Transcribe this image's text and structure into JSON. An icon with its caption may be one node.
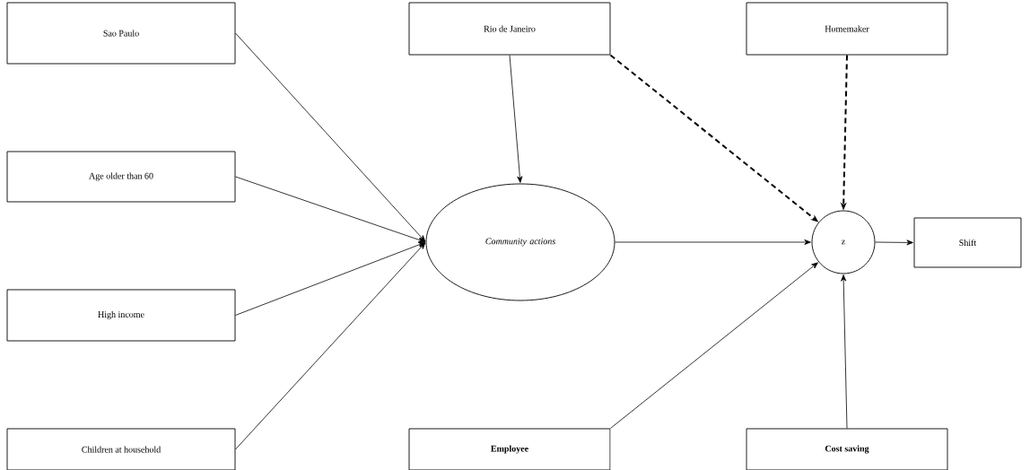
{
  "diagram": {
    "nodes": [
      {
        "text": [
          "Sao Paulo"
        ]
      },
      {
        "text": [
          "Age older than 60"
        ]
      },
      {
        "text": [
          "High income"
        ]
      },
      {
        "text": [
          "Children at household"
        ]
      },
      {
        "text": [
          "Rio de Janeiro"
        ]
      },
      {
        "text": [
          "Homemaker"
        ]
      },
      {
        "text": [
          "Community actions"
        ]
      },
      {
        "text": [
          "z"
        ]
      },
      {
        "text": [
          "Shift"
        ]
      },
      {
        "text": [
          "Employee"
        ]
      },
      {
        "text": [
          "Cost saving"
        ]
      }
    ],
    "edges": [
      {
        "from": 0,
        "to": 6,
        "arrow": "to"
      },
      {
        "from": 1,
        "to": 6,
        "arrow": "to"
      },
      {
        "from": 2,
        "to": 6,
        "arrow": "to"
      },
      {
        "from": 3,
        "to": 6,
        "arrow": "to"
      },
      {
        "from": 4,
        "to": 6,
        "arrow": "to"
      },
      {
        "from": 4,
        "to": 7,
        "arrow": "to",
        "style": "dashed"
      },
      {
        "from": 5,
        "to": 7,
        "arrow": "to",
        "style": "dashed"
      },
      {
        "from": 6,
        "to": 7,
        "arrow": "to"
      },
      {
        "from": 7,
        "to": 8,
        "arrow": "to"
      },
      {
        "from": 9,
        "to": 7,
        "arrow": "to"
      },
      {
        "from": 10,
        "to": 7,
        "arrow": "to"
      }
    ]
  }
}
